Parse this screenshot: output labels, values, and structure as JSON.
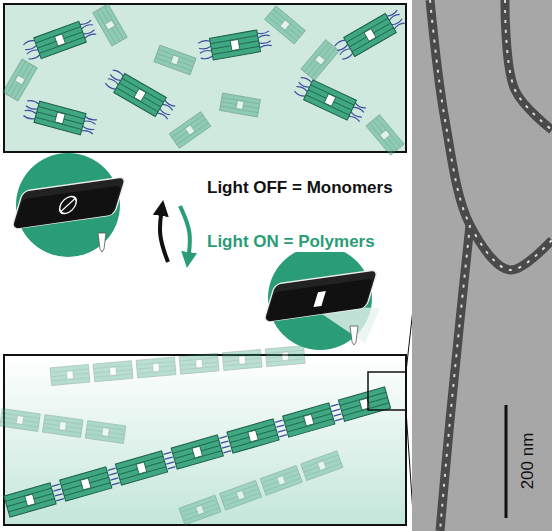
{
  "diagram": {
    "labels": [
      "Light OFF = Monomers",
      "Light ON = Polymers",
      "200 nm"
    ]
  }
}
